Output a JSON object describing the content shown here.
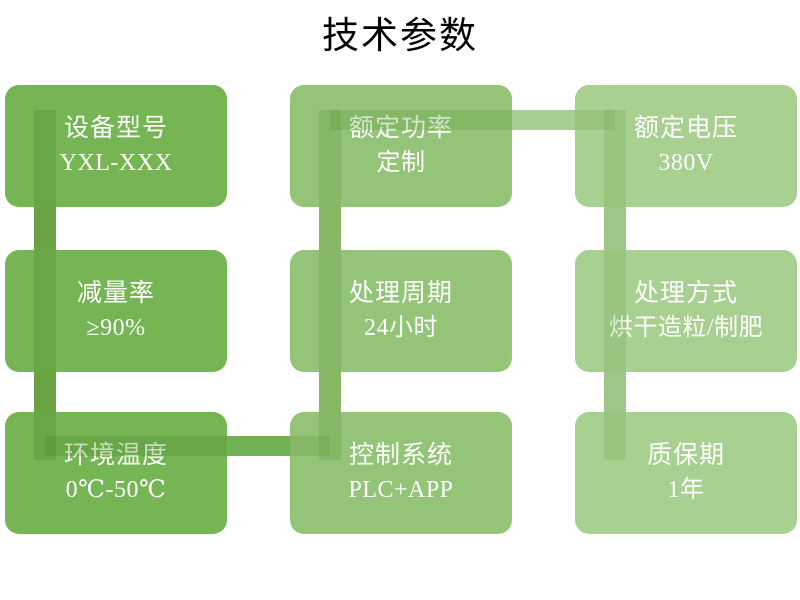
{
  "title": "技术参数",
  "theme": {
    "background": "#ffffff",
    "title_color": "#000000",
    "column1_fill": "#76b554",
    "column2_fill": "#93c478",
    "column3_fill": "#a8d091",
    "connector_dark": "#6aa344",
    "connector_mid": "#86b863",
    "connector_light": "#9fc588",
    "text_color": "#ffffff"
  },
  "cards": [
    {
      "label": "设备型号",
      "value": "YXL-XXX"
    },
    {
      "label": "额定功率",
      "value": "定制"
    },
    {
      "label": "额定电压",
      "value": "380V"
    },
    {
      "label": "减量率",
      "value": "≥90%"
    },
    {
      "label": "处理周期",
      "value": "24小时"
    },
    {
      "label": "处理方式",
      "value": "烘干造粒/制肥"
    },
    {
      "label": "环境温度",
      "value": "0℃-50℃"
    },
    {
      "label": "控制系统",
      "value": "PLC+APP"
    },
    {
      "label": "质保期",
      "value": "1年"
    }
  ]
}
